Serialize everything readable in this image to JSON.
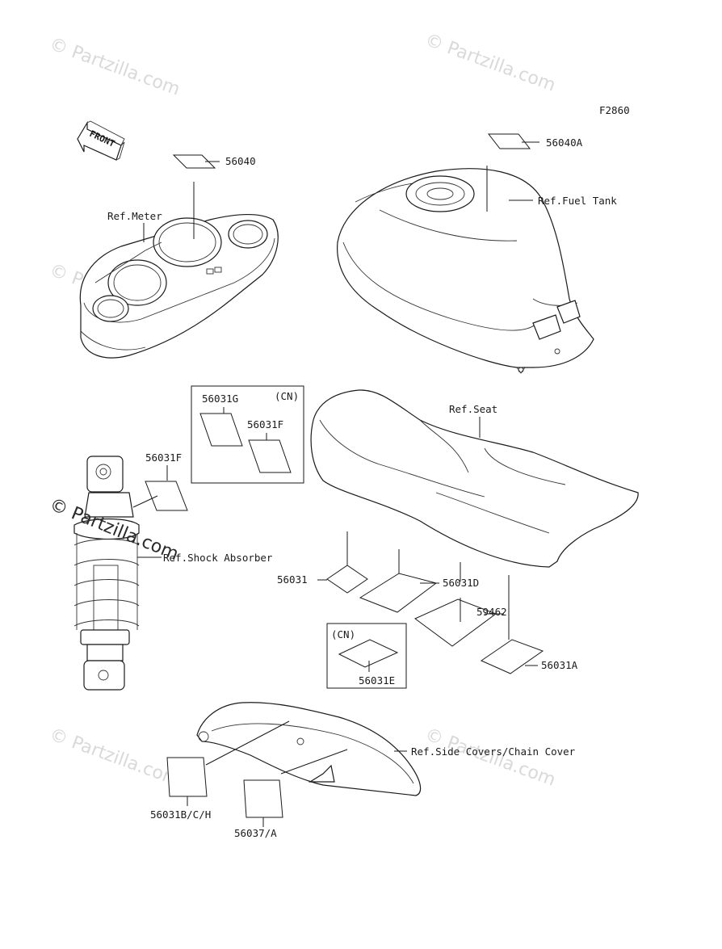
{
  "figure_code": "F2860",
  "front_arrow": "FRONT",
  "references": {
    "meter": "Ref.Meter",
    "fuel_tank": "Ref.Fuel Tank",
    "seat": "Ref.Seat",
    "shock_absorber": "Ref.Shock Absorber",
    "side_covers": "Ref.Side Covers/Chain Cover"
  },
  "parts": {
    "p56040": "56040",
    "p56040A": "56040A",
    "p56031G": "56031G",
    "cn_top": "(CN)",
    "p56031F_inbox": "56031F",
    "p56031F": "56031F",
    "p56031": "56031",
    "p56031D": "56031D",
    "p59462": "59462",
    "cn_bottom": "(CN)",
    "p56031E": "56031E",
    "p56031A": "56031A",
    "p56031BCH": "56031B/C/H",
    "p56037A": "56037/A"
  },
  "watermark": {
    "text": "© Partzilla.com"
  }
}
